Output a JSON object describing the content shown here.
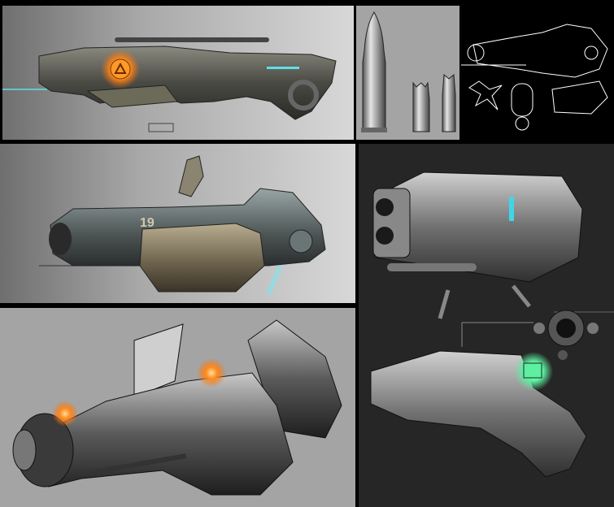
{
  "collage": {
    "title": "Sci-fi weapon concept art sheet",
    "background": "#000000",
    "panels": [
      {
        "id": "rifle-side",
        "description": "Side view of armored rifle with glowing orange triangular core and cyan laser sight",
        "accent": "#ff8a1c",
        "laser": "#5fe0e8"
      },
      {
        "id": "ammo",
        "description": "Three ammunition cartridges: long pointed round and two short clawed rounds",
        "background": "#a4a4a4"
      },
      {
        "id": "blueprint",
        "description": "White line-art blueprint views of the heavy cannon, rotor and shell",
        "line": "#ffffff"
      },
      {
        "id": "cannon-side",
        "description": "Heavy shoulder cannon with engraved number and cyan thruster glow",
        "marking": "19",
        "accent": "#7fe6ee"
      },
      {
        "id": "twin-barrel",
        "description": "Dark monochrome twin-barrel weapon with cyan indicator lights",
        "accent": "#3fd6e6"
      },
      {
        "id": "gatling",
        "description": "Rotary gatling-style launcher with orange glowing nodes and blade fin",
        "accent": "#ff8a1c"
      },
      {
        "id": "scoped-rifle",
        "description": "Dark rifle with green glowing scope display and detail callout of optic",
        "accent": "#5cf0a0"
      }
    ]
  }
}
